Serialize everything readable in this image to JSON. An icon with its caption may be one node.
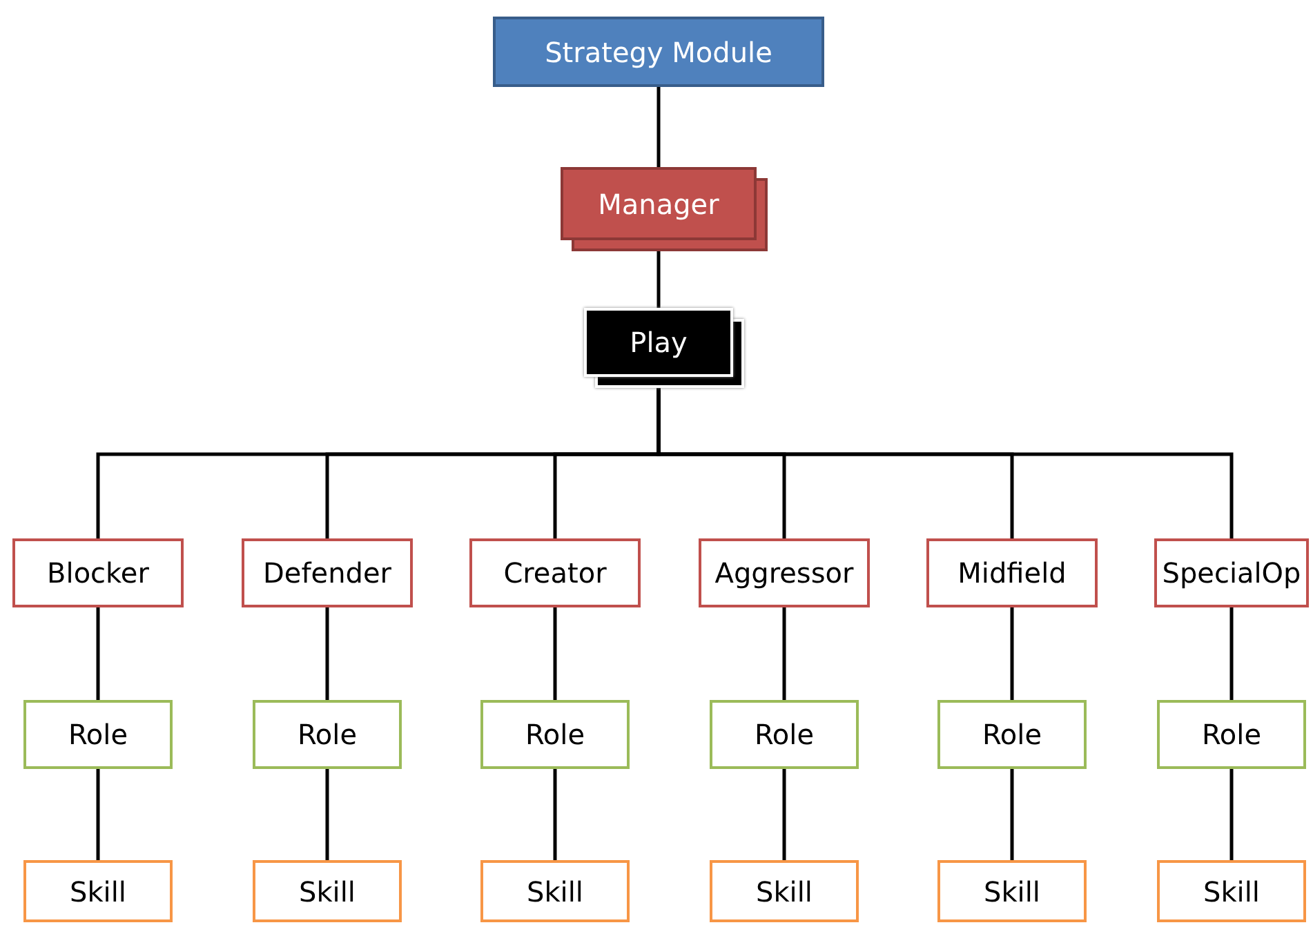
{
  "diagram": {
    "nodes": [
      {
        "text": [
          "Strategy Module"
        ]
      },
      {
        "text": [
          "Manager"
        ]
      },
      {
        "text": [
          "Play"
        ]
      },
      {
        "text": [
          "Blocker"
        ]
      },
      {
        "text": [
          "Defender"
        ]
      },
      {
        "text": [
          "Creator"
        ]
      },
      {
        "text": [
          "Aggressor"
        ]
      },
      {
        "text": [
          "Midfield"
        ]
      },
      {
        "text": [
          "SpecialOp"
        ]
      },
      {
        "text": [
          "Role"
        ]
      },
      {
        "text": [
          "Role"
        ]
      },
      {
        "text": [
          "Role"
        ]
      },
      {
        "text": [
          "Role"
        ]
      },
      {
        "text": [
          "Role"
        ]
      },
      {
        "text": [
          "Role"
        ]
      },
      {
        "text": [
          "Skill"
        ]
      },
      {
        "text": [
          "Skill"
        ]
      },
      {
        "text": [
          "Skill"
        ]
      },
      {
        "text": [
          "Skill"
        ]
      },
      {
        "text": [
          "Skill"
        ]
      },
      {
        "text": [
          "Skill"
        ]
      }
    ],
    "edges": [
      {
        "from": 0,
        "to": 1,
        "arrow": "none"
      },
      {
        "from": 1,
        "to": 2,
        "arrow": "none"
      },
      {
        "from": 2,
        "to": 3,
        "arrow": "none"
      },
      {
        "from": 2,
        "to": 4,
        "arrow": "none"
      },
      {
        "from": 2,
        "to": 5,
        "arrow": "none"
      },
      {
        "from": 2,
        "to": 6,
        "arrow": "none"
      },
      {
        "from": 2,
        "to": 7,
        "arrow": "none"
      },
      {
        "from": 2,
        "to": 8,
        "arrow": "none"
      },
      {
        "from": 3,
        "to": 9,
        "arrow": "none"
      },
      {
        "from": 4,
        "to": 10,
        "arrow": "none"
      },
      {
        "from": 5,
        "to": 11,
        "arrow": "none"
      },
      {
        "from": 6,
        "to": 12,
        "arrow": "none"
      },
      {
        "from": 7,
        "to": 13,
        "arrow": "none"
      },
      {
        "from": 8,
        "to": 14,
        "arrow": "none"
      },
      {
        "from": 9,
        "to": 15,
        "arrow": "none"
      },
      {
        "from": 10,
        "to": 16,
        "arrow": "none"
      },
      {
        "from": 11,
        "to": 17,
        "arrow": "none"
      },
      {
        "from": 12,
        "to": 18,
        "arrow": "none"
      },
      {
        "from": 13,
        "to": 19,
        "arrow": "none"
      },
      {
        "from": 14,
        "to": 20,
        "arrow": "none"
      }
    ]
  }
}
